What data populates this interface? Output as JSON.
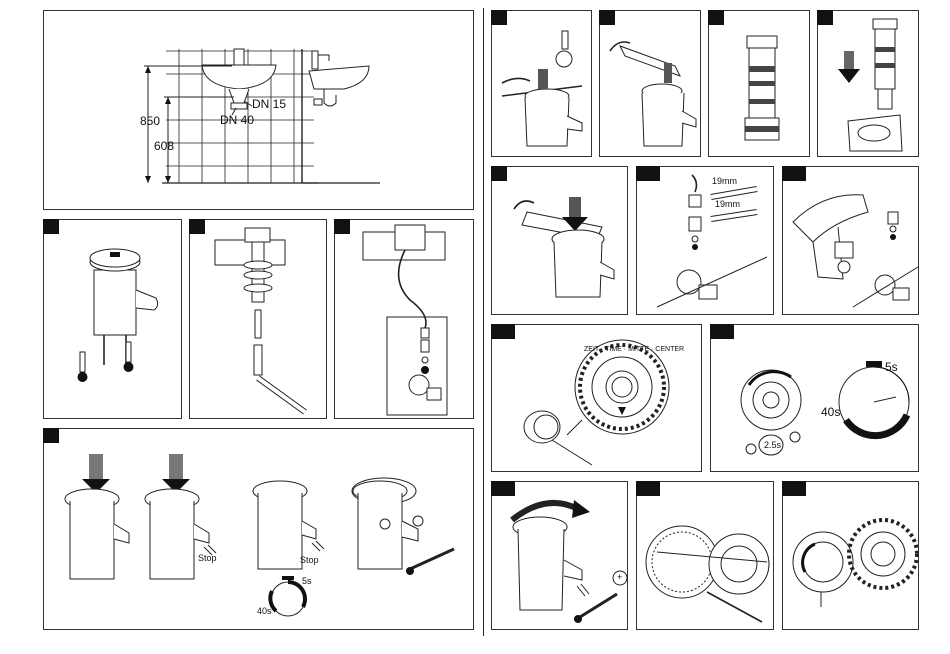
{
  "installation": {
    "height_850": "850",
    "height_608": "608",
    "dn15": "DN 15",
    "dn40": "DN 40"
  },
  "steps": {
    "stop_a": "Stop",
    "stop_b": "Stop",
    "time_5s_a": "5s",
    "time_40s_a": "40s",
    "dial_ring_text": "ZEIT · TIME · MITTE · CENTER",
    "wrench_19mm_a": "19mm",
    "wrench_19mm_b": "19mm",
    "time_2_5s": "2.5s",
    "time_5s_b": "5s",
    "time_40s_b": "40s",
    "plus": "+",
    "minus": "-"
  }
}
